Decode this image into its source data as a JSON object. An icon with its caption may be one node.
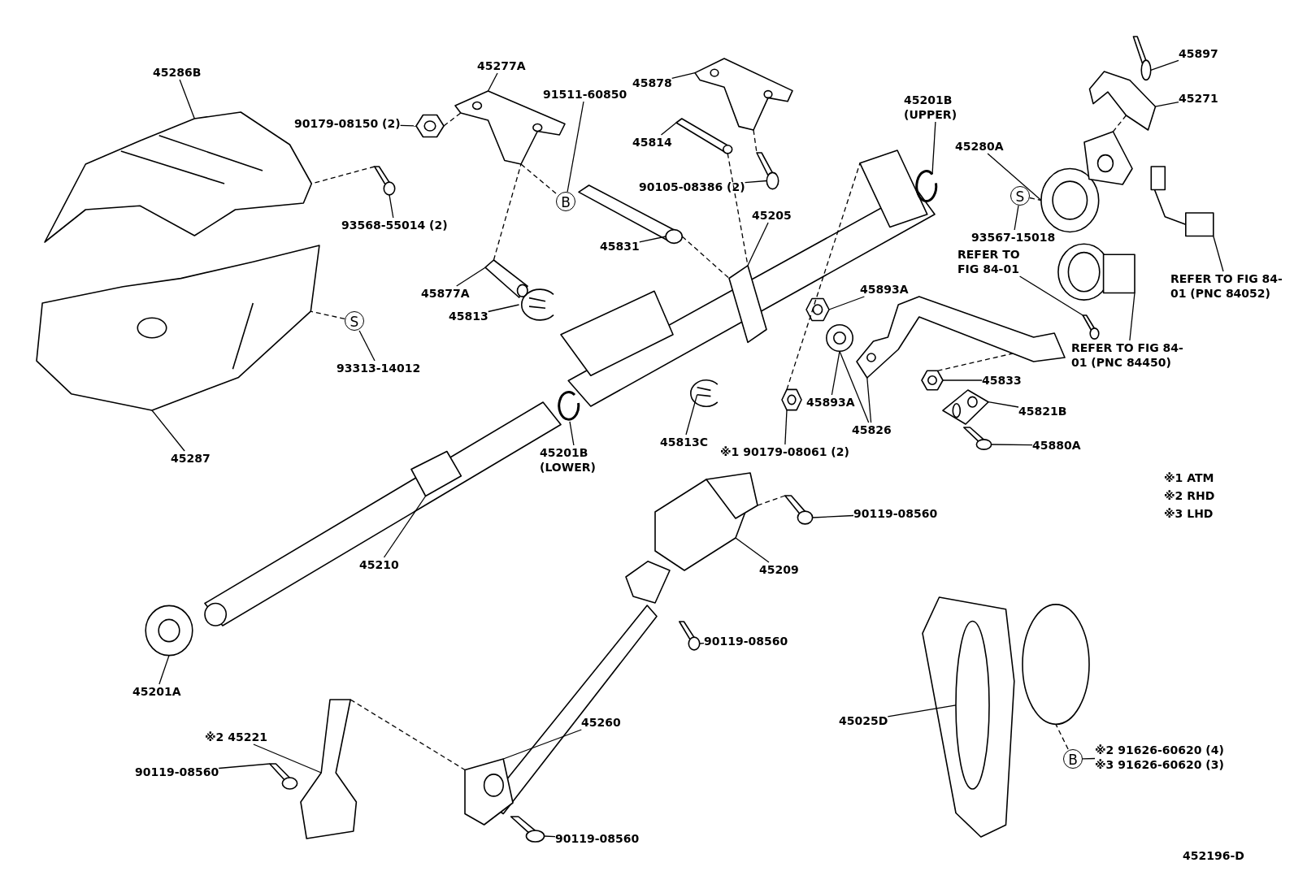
{
  "diagram": {
    "nodes": [
      {
        "text": [
          "45286B"
        ]
      },
      {
        "text": [
          "90179-08150 (2)"
        ]
      },
      {
        "text": [
          "45277A"
        ]
      },
      {
        "text": [
          "91511-60850"
        ]
      },
      {
        "text": [
          "45878"
        ]
      },
      {
        "text": [
          "45814"
        ]
      },
      {
        "text": [
          "90105-08386 (2)"
        ]
      },
      {
        "text": [
          "45201B (UPPER)"
        ]
      },
      {
        "text": [
          "45897"
        ]
      },
      {
        "text": [
          "45271"
        ]
      },
      {
        "text": [
          "45280A"
        ]
      },
      {
        "text": [
          "93568-55014 (2)"
        ]
      },
      {
        "text": [
          "B"
        ]
      },
      {
        "text": [
          "45831"
        ]
      },
      {
        "text": [
          "45205"
        ]
      },
      {
        "text": [
          "S"
        ]
      },
      {
        "text": [
          "93567-15018"
        ]
      },
      {
        "text": [
          "REFER TO FIG 84-01"
        ]
      },
      {
        "text": [
          "REFER TO FIG 84-01 (PNC 84052)"
        ]
      },
      {
        "text": [
          "45877A"
        ]
      },
      {
        "text": [
          "45813"
        ]
      },
      {
        "text": [
          "45893A"
        ]
      },
      {
        "text": [
          "REFER TO FIG 84-01 (PNC 84450)"
        ]
      },
      {
        "text": [
          "S"
        ]
      },
      {
        "text": [
          "93313-14012"
        ]
      },
      {
        "text": [
          "45833"
        ]
      },
      {
        "text": [
          "45893A"
        ]
      },
      {
        "text": [
          "45821B"
        ]
      },
      {
        "text": [
          "45826"
        ]
      },
      {
        "text": [
          "45880A"
        ]
      },
      {
        "text": [
          "45201B (LOWER)"
        ]
      },
      {
        "text": [
          "45813C"
        ]
      },
      {
        "text": [
          "※1 90179-08061 (2)"
        ]
      },
      {
        "text": [
          "45287"
        ]
      },
      {
        "text": [
          "90119-08560"
        ]
      },
      {
        "text": [
          "45210"
        ]
      },
      {
        "text": [
          "45209"
        ]
      },
      {
        "text": [
          "90119-08560"
        ]
      },
      {
        "text": [
          "45201A"
        ]
      },
      {
        "text": [
          "45260"
        ]
      },
      {
        "text": [
          "45025D"
        ]
      },
      {
        "text": [
          "※2 45221"
        ]
      },
      {
        "text": [
          "B"
        ]
      },
      {
        "text": [
          "※2 91626-60620 (4)",
          "※3 91626-60620 (3)"
        ]
      },
      {
        "text": [
          "90119-08560"
        ]
      },
      {
        "text": [
          "90119-08560"
        ]
      },
      {
        "text": [],
        "shape": "picture"
      },
      {
        "text": [],
        "shape": "picture"
      },
      {
        "text": [],
        "shape": "picture"
      },
      {
        "text": [],
        "shape": "picture"
      },
      {
        "text": [],
        "shape": "picture"
      },
      {
        "text": [],
        "shape": "picture"
      },
      {
        "text": [],
        "shape": "picture"
      },
      {
        "text": [],
        "shape": "picture"
      },
      {
        "text": [],
        "shape": "picture"
      },
      {
        "text": [],
        "shape": "picture"
      },
      {
        "text": [],
        "shape": "picture"
      },
      {
        "text": [],
        "shape": "picture"
      },
      {
        "text": [],
        "shape": "picture"
      },
      {
        "text": [],
        "shape": "picture"
      },
      {
        "text": [],
        "shape": "picture"
      },
      {
        "text": [],
        "shape": "picture"
      },
      {
        "text": [],
        "shape": "picture"
      },
      {
        "text": [],
        "shape": "picture"
      },
      {
        "text": [],
        "shape": "picture"
      },
      {
        "text": [],
        "shape": "picture"
      },
      {
        "text": [],
        "shape": "picture"
      },
      {
        "text": [],
        "shape": "picture"
      },
      {
        "text": [],
        "shape": "picture"
      },
      {
        "text": [],
        "shape": "picture"
      },
      {
        "text": [],
        "shape": "picture"
      },
      {
        "text": [],
        "shape": "picture"
      },
      {
        "text": [],
        "shape": "picture"
      },
      {
        "text": [],
        "shape": "picture"
      },
      {
        "text": [],
        "shape": "picture"
      },
      {
        "text": [],
        "shape": "picture"
      },
      {
        "text": [],
        "shape": "picture"
      },
      {
        "text": [],
        "shape": "picture"
      },
      {
        "text": [],
        "shape": "picture"
      },
      {
        "text": [],
        "shape": "picture"
      },
      {
        "text": [],
        "shape": "picture"
      },
      {
        "text": [],
        "shape": "picture"
      },
      {
        "text": [],
        "shape": "picture"
      },
      {
        "text": [],
        "shape": "picture"
      }
    ],
    "edges": [
      {
        "from": 0,
        "to": 46,
        "arrow": "none"
      },
      {
        "from": 1,
        "to": 48,
        "arrow": "none"
      },
      {
        "from": 2,
        "to": 49,
        "arrow": "none"
      },
      {
        "from": 3,
        "to": 12,
        "arrow": "none"
      },
      {
        "from": 12,
        "to": 49,
        "arrow": "none",
        "style": "dashed"
      },
      {
        "from": 4,
        "to": 51,
        "arrow": "none"
      },
      {
        "from": 5,
        "to": 52,
        "arrow": "none"
      },
      {
        "from": 6,
        "to": 53,
        "arrow": "none"
      },
      {
        "from": 7,
        "to": 58,
        "arrow": "none"
      },
      {
        "from": 8,
        "to": 59,
        "arrow": "none"
      },
      {
        "from": 9,
        "to": 60,
        "arrow": "none"
      },
      {
        "from": 10,
        "to": 61,
        "arrow": "none"
      },
      {
        "from": 11,
        "to": 50,
        "arrow": "none"
      },
      {
        "from": 13,
        "to": 54,
        "arrow": "none"
      },
      {
        "from": 14,
        "to": 57,
        "arrow": "none"
      },
      {
        "from": 16,
        "to": 15,
        "arrow": "none"
      },
      {
        "from": 15,
        "to": 61,
        "arrow": "none",
        "style": "dashed"
      },
      {
        "from": 17,
        "to": 64,
        "arrow": "none"
      },
      {
        "from": 18,
        "to": 62,
        "arrow": "none"
      },
      {
        "from": 22,
        "to": 63,
        "arrow": "none"
      },
      {
        "from": 19,
        "to": 55,
        "arrow": "none"
      },
      {
        "from": 20,
        "to": 56,
        "arrow": "none"
      },
      {
        "from": 21,
        "to": 65,
        "arrow": "none"
      },
      {
        "from": 24,
        "to": 23,
        "arrow": "none"
      },
      {
        "from": 23,
        "to": 47,
        "arrow": "none",
        "style": "dashed"
      },
      {
        "from": 25,
        "to": 68,
        "arrow": "none"
      },
      {
        "from": 26,
        "to": 66,
        "arrow": "none"
      },
      {
        "from": 28,
        "to": 66,
        "arrow": "none"
      },
      {
        "from": 28,
        "to": 67,
        "arrow": "none"
      },
      {
        "from": 27,
        "to": 69,
        "arrow": "none"
      },
      {
        "from": 29,
        "to": 70,
        "arrow": "none"
      },
      {
        "from": 30,
        "to": 71,
        "arrow": "none"
      },
      {
        "from": 31,
        "to": 72,
        "arrow": "none"
      },
      {
        "from": 32,
        "to": 73,
        "arrow": "none"
      },
      {
        "from": 33,
        "to": 47,
        "arrow": "none"
      },
      {
        "from": 34,
        "to": 77,
        "arrow": "none"
      },
      {
        "from": 35,
        "to": 74,
        "arrow": "none"
      },
      {
        "from": 36,
        "to": 76,
        "arrow": "none"
      },
      {
        "from": 37,
        "to": 78,
        "arrow": "none"
      },
      {
        "from": 38,
        "to": 75,
        "arrow": "none"
      },
      {
        "from": 39,
        "to": 79,
        "arrow": "none"
      },
      {
        "from": 40,
        "to": 80,
        "arrow": "none"
      },
      {
        "from": 41,
        "to": 81,
        "arrow": "none"
      },
      {
        "from": 43,
        "to": 42,
        "arrow": "none"
      },
      {
        "from": 42,
        "to": 80,
        "arrow": "none",
        "style": "dashed"
      },
      {
        "from": 44,
        "to": 82,
        "arrow": "none"
      },
      {
        "from": 45,
        "to": 83,
        "arrow": "none"
      },
      {
        "from": 48,
        "to": 49,
        "arrow": "none",
        "style": "dashed"
      },
      {
        "from": 50,
        "to": 46,
        "arrow": "none",
        "style": "dashed"
      },
      {
        "from": 55,
        "to": 49,
        "arrow": "none",
        "style": "dashed"
      },
      {
        "from": 54,
        "to": 57,
        "arrow": "none",
        "style": "dashed"
      },
      {
        "from": 52,
        "to": 57,
        "arrow": "none",
        "style": "dashed"
      },
      {
        "from": 51,
        "to": 53,
        "arrow": "none",
        "style": "dashed"
      },
      {
        "from": 60,
        "to": 61,
        "arrow": "none",
        "style": "dashed"
      },
      {
        "from": 68,
        "to": 67,
        "arrow": "none",
        "style": "dashed"
      },
      {
        "from": 73,
        "to": 57,
        "arrow": "none",
        "style": "dashed"
      },
      {
        "from": 81,
        "to": 79,
        "arrow": "none",
        "style": "dashed"
      },
      {
        "from": 77,
        "to": 76,
        "arrow": "none",
        "style": "dashed"
      }
    ],
    "labels": [
      "※1 ATM",
      "※2 RHD",
      "※3 LHD",
      "452196-D"
    ]
  }
}
